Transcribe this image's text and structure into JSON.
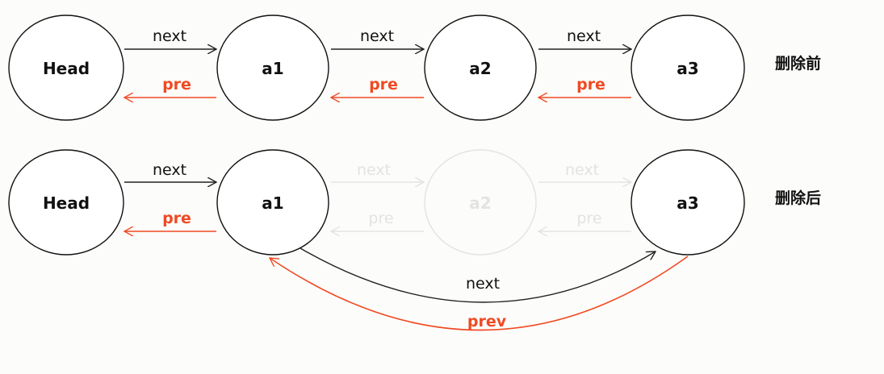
{
  "colors": {
    "next": "#222222",
    "pre": "#f04a23",
    "faded": "#e3e3e1",
    "node_stroke": "#111111"
  },
  "before": {
    "caption": "删除前",
    "nodes": [
      "Head",
      "a1",
      "a2",
      "a3"
    ],
    "next_labels": [
      "next",
      "next",
      "next"
    ],
    "pre_labels": [
      "pre",
      "pre",
      "pre"
    ]
  },
  "after": {
    "caption": "删除后",
    "nodes": [
      "Head",
      "a1",
      "a2",
      "a3"
    ],
    "removed_node": "a2",
    "next_labels": [
      "next",
      "next",
      "next"
    ],
    "pre_labels": [
      "pre",
      "pre",
      "pre"
    ],
    "bypass_next_label": "next",
    "bypass_prev_label": "prev"
  }
}
